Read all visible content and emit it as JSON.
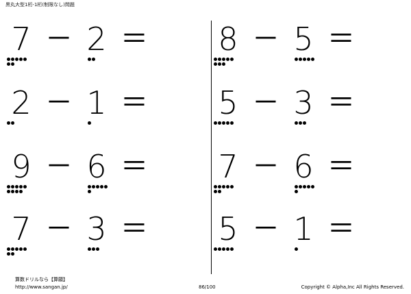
{
  "header": {
    "title": "黒丸大型1桁-1桁(制限なし)問題"
  },
  "problems": [
    {
      "a": "7",
      "op": "－",
      "b": "2",
      "eq": "＝",
      "a_dots": 7,
      "b_dots": 2
    },
    {
      "a": "8",
      "op": "－",
      "b": "5",
      "eq": "＝",
      "a_dots": 8,
      "b_dots": 5
    },
    {
      "a": "2",
      "op": "－",
      "b": "1",
      "eq": "＝",
      "a_dots": 2,
      "b_dots": 1
    },
    {
      "a": "5",
      "op": "－",
      "b": "3",
      "eq": "＝",
      "a_dots": 5,
      "b_dots": 3
    },
    {
      "a": "9",
      "op": "－",
      "b": "6",
      "eq": "＝",
      "a_dots": 9,
      "b_dots": 6
    },
    {
      "a": "7",
      "op": "－",
      "b": "6",
      "eq": "＝",
      "a_dots": 7,
      "b_dots": 6
    },
    {
      "a": "7",
      "op": "－",
      "b": "3",
      "eq": "＝",
      "a_dots": 7,
      "b_dots": 3
    },
    {
      "a": "5",
      "op": "－",
      "b": "1",
      "eq": "＝",
      "a_dots": 5,
      "b_dots": 1
    }
  ],
  "footer": {
    "brand": "算数ドリルなら【算願】",
    "url": "http://www.sangan.jp/",
    "page": "86/100",
    "copyright": "Copyright © Alpha,Inc All Rights Reserved."
  }
}
